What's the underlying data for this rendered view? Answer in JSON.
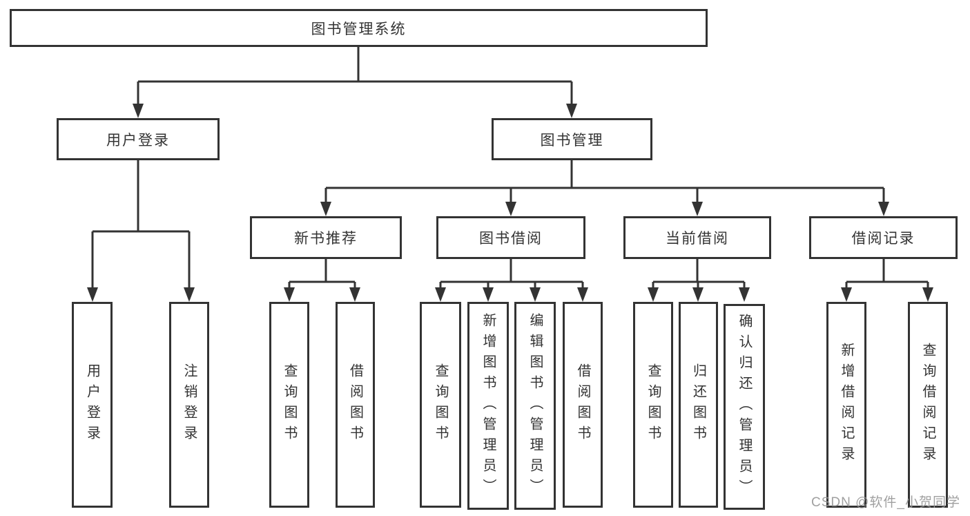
{
  "diagram": {
    "root": {
      "label": "图书管理系统"
    },
    "level2": [
      {
        "id": "user-login",
        "label": "用户登录"
      },
      {
        "id": "book-management",
        "label": "图书管理"
      }
    ],
    "level3": [
      {
        "id": "new-book-recommend",
        "label": "新书推荐",
        "parent": "图书管理"
      },
      {
        "id": "book-borrowing",
        "label": "图书借阅",
        "parent": "图书管理"
      },
      {
        "id": "current-borrowing",
        "label": "当前借阅",
        "parent": "图书管理"
      },
      {
        "id": "borrowing-records",
        "label": "借阅记录",
        "parent": "图书管理"
      }
    ],
    "leaves": [
      {
        "id": "user-login-action",
        "label": "用户登录",
        "parent": "用户登录"
      },
      {
        "id": "logout-action",
        "label": "注销登录",
        "parent": "用户登录"
      },
      {
        "id": "query-books-recommend",
        "label": "查询图书",
        "parent": "新书推荐"
      },
      {
        "id": "borrow-books-recommend",
        "label": "借阅图书",
        "parent": "新书推荐"
      },
      {
        "id": "query-books-borrow",
        "label": "查询图书",
        "parent": "图书借阅"
      },
      {
        "id": "add-books-admin",
        "label": "新增图书（管理员）",
        "parent": "图书借阅"
      },
      {
        "id": "edit-books-admin",
        "label": "编辑图书（管理员）",
        "parent": "图书借阅"
      },
      {
        "id": "borrow-books-borrow",
        "label": "借阅图书",
        "parent": "图书借阅"
      },
      {
        "id": "query-books-current",
        "label": "查询图书",
        "parent": "当前借阅"
      },
      {
        "id": "return-books",
        "label": "归还图书",
        "parent": "当前借阅"
      },
      {
        "id": "confirm-return-admin",
        "label": "确认归还（管理员）",
        "parent": "当前借阅"
      },
      {
        "id": "add-borrow-record",
        "label": "新增借阅记录",
        "parent": "借阅记录"
      },
      {
        "id": "query-borrow-record",
        "label": "查询借阅记录",
        "parent": "借阅记录"
      }
    ]
  },
  "watermark": "CSDN @软件_小贺同学",
  "colors": {
    "line": "#333333",
    "text": "#333333",
    "box_background": "#ffffff",
    "page_background": "#ffffff",
    "watermark": "#969696"
  }
}
